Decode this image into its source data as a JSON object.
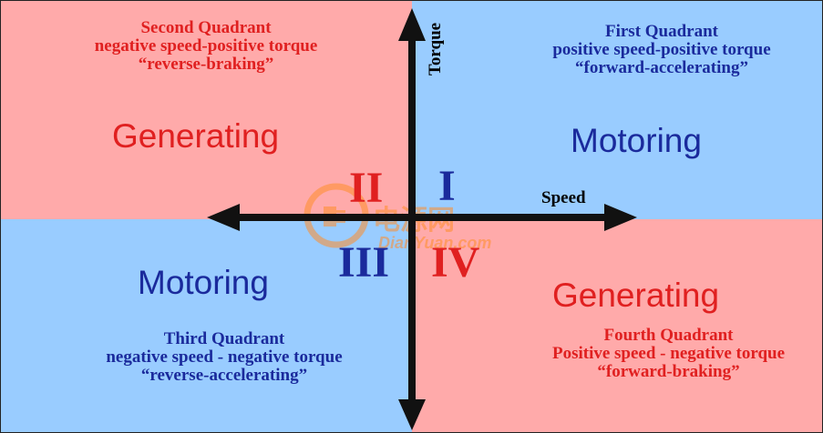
{
  "axes": {
    "torque": "Torque",
    "speed": "Speed"
  },
  "quadrants": {
    "first": {
      "heading": "First Quadrant",
      "subtitle": "positive speed-positive torque",
      "quote": "“forward-accelerating”",
      "mode": "Motoring",
      "numeral": "I"
    },
    "second": {
      "heading": "Second Quadrant",
      "subtitle": "negative speed-positive torque",
      "quote": "“reverse-braking”",
      "mode": "Generating",
      "numeral": "II"
    },
    "third": {
      "heading": "Third Quadrant",
      "subtitle": "negative speed - negative torque",
      "quote": "“reverse-accelerating”",
      "mode": "Motoring",
      "numeral": "III"
    },
    "fourth": {
      "heading": "Fourth Quadrant",
      "subtitle": "Positive speed - negative torque",
      "quote": "“forward-braking”",
      "mode": "Generating",
      "numeral": "IV"
    }
  },
  "watermark": {
    "cn": "电源网",
    "url": "DianYuan.com"
  },
  "colors": {
    "motoring_bg": "#99ccff",
    "generating_bg": "#ffaaaa",
    "red_text": "#e02020",
    "blue_text": "#1a2a9c",
    "axis": "#111111"
  }
}
